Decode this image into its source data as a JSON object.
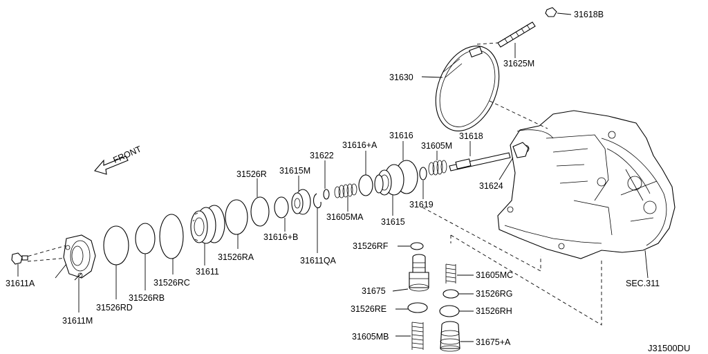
{
  "diagram": {
    "direction_label": "FRONT",
    "drawing_code": "J31500DU",
    "labels": {
      "p31618B": "31618B",
      "p31625M": "31625M",
      "p31630": "31630",
      "p31616": "31616",
      "p31618": "31618",
      "p31605M": "31605M",
      "p31616A": "31616+A",
      "p31622": "31622",
      "p31526R": "31526R",
      "p31615M": "31615M",
      "p31624": "31624",
      "p31619": "31619",
      "p31615": "31615",
      "p31605MA": "31605MA",
      "p31616B": "31616+B",
      "p31611QA": "31611QA",
      "p31526RA": "31526RA",
      "p31611": "31611",
      "p31526RC": "31526RC",
      "p31526RB": "31526RB",
      "p31526RD": "31526RD",
      "p31611M": "31611M",
      "p31611A": "31611A",
      "p31526RF": "31526RF",
      "p31605MC": "31605MC",
      "p31675": "31675",
      "p31526RG": "31526RG",
      "p31526RE": "31526RE",
      "p31526RH": "31526RH",
      "p31605MB": "31605MB",
      "p31675A": "31675+A",
      "sec311": "SEC.311"
    }
  }
}
